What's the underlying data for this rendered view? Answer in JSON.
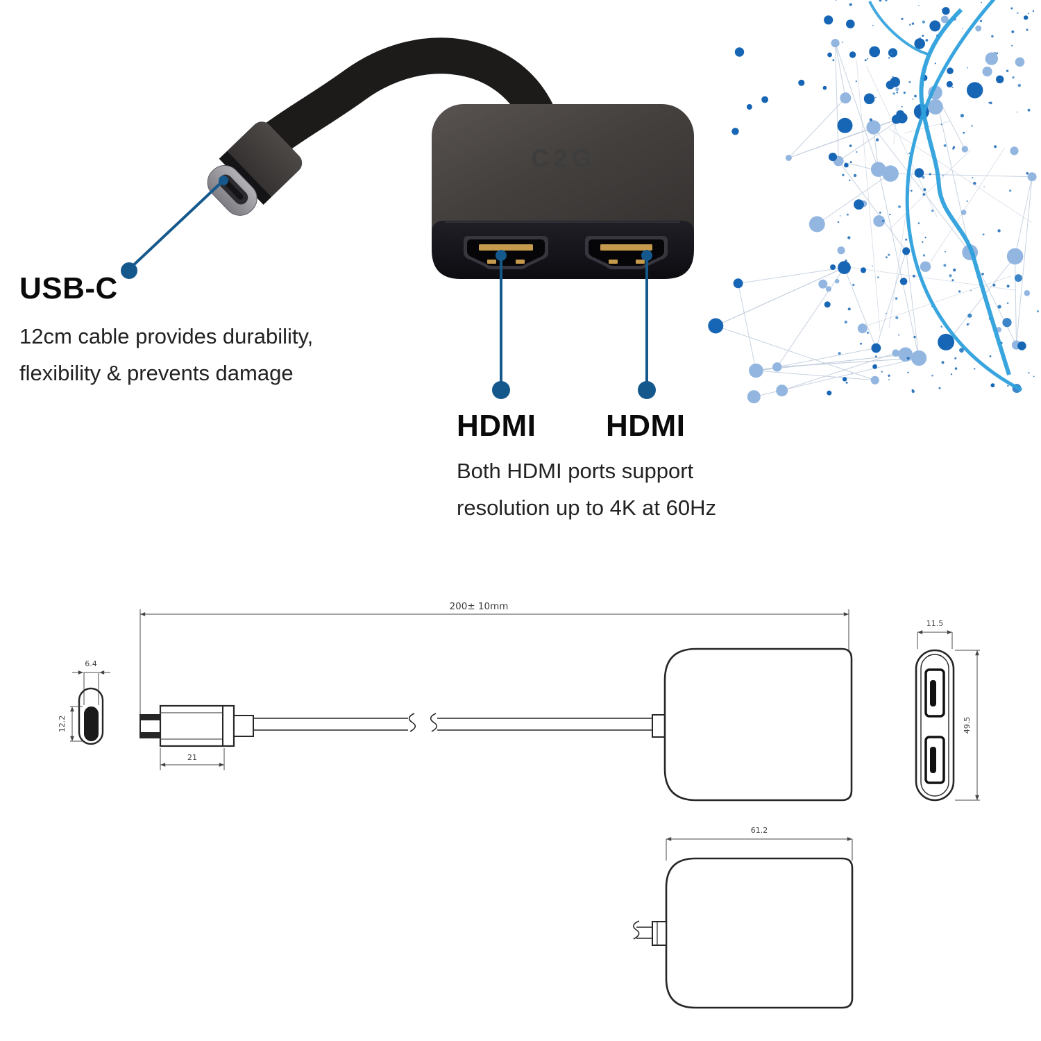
{
  "photo": {
    "brand_logo": "C2G",
    "alt": "USB-C to dual HDMI adapter product photo"
  },
  "callouts": {
    "usbc": {
      "title": "USB-C",
      "line1": "12cm cable provides durability,",
      "line2": "flexibility & prevents damage"
    },
    "hdmi": {
      "label_left": "HDMI",
      "label_right": "HDMI",
      "line1": "Both HDMI ports support",
      "line2": "resolution up to 4K at 60Hz"
    }
  },
  "diagram": {
    "dim_overall_length": "200± 10mm",
    "dim_connector_length": "21",
    "dim_usbc_width": "6.4",
    "dim_usbc_height": "12.2",
    "dim_hdmi_end_width": "11.5",
    "dim_hdmi_end_height": "49.5",
    "dim_body_width": "61.2"
  },
  "colors": {
    "callout_blue": "#15598c",
    "dot_dark_blue": "#1766b6",
    "dot_mid_blue": "#3c85c8",
    "dot_light_blue": "#92b6e0",
    "mesh_line": "#c2cedd",
    "globe_line": "#2da0dc",
    "drawing_line": "#262626",
    "device_body": "#46413f",
    "port_gold": "#c59a4d"
  }
}
